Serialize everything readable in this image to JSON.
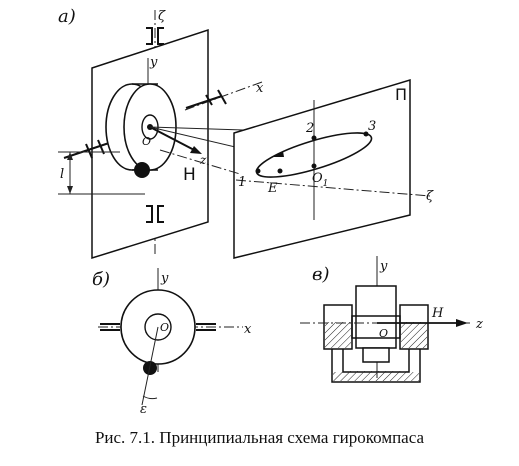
{
  "caption": "Рис. 7.1. Принципиальная схема гирокомпаса",
  "panels": {
    "a": {
      "label": "а)",
      "axis_zeta": "ζ",
      "axis_y": "y",
      "axis_x": "x",
      "axis_z": "z",
      "center": "O",
      "vector": "H",
      "dimension": "l",
      "plane": "П",
      "pt1": "1",
      "pt2": "2",
      "pt3": "3",
      "ptE": "E",
      "ptO1": "O",
      "ptO1_sub": "1",
      "axis_zeta2": "ζ"
    },
    "b": {
      "label": "б)",
      "axis_y": "y",
      "axis_x": "x",
      "center": "O",
      "epsilon": "ε"
    },
    "c": {
      "label": "в)",
      "axis_y": "y",
      "axis_z": "z",
      "center": "O",
      "vector": "H"
    }
  }
}
